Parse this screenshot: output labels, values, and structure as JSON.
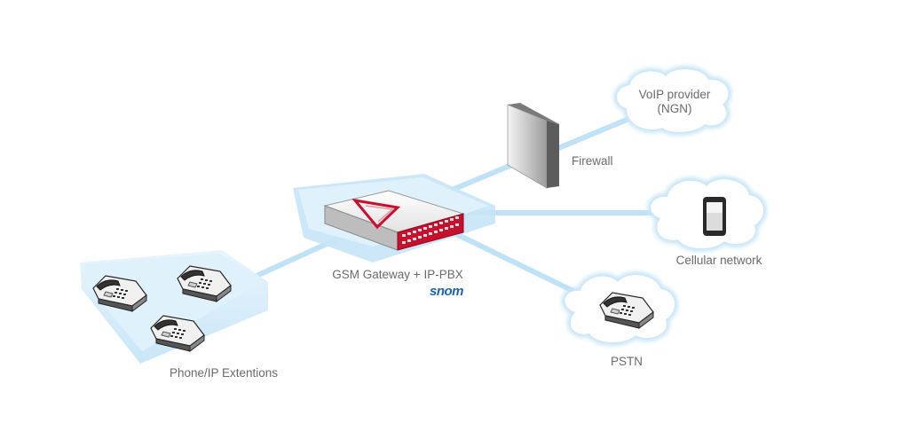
{
  "nodes": {
    "voip": {
      "label_line1": "VoIP provider",
      "label_line2": "(NGN)"
    },
    "firewall": {
      "label": "Firewall"
    },
    "cellular": {
      "label": "Cellular network"
    },
    "pstn": {
      "label": "PSTN"
    },
    "gateway": {
      "label": "GSM Gateway + IP-PBX",
      "brand": "snom"
    },
    "extensions": {
      "label": "Phone/IP Extentions"
    }
  },
  "colors": {
    "link": "#bfe2f6",
    "platform": "#d4ecfa",
    "cloud_outline": "#c9e6f7",
    "device_red": "#c8102e",
    "label_gray": "#6a6a6a",
    "brand_blue": "#1f63b0"
  },
  "icons": {
    "cloud": "cloud-icon",
    "firewall": "wall-icon",
    "phone": "desk-phone-icon",
    "mobile": "mobile-phone-icon",
    "gateway": "network-appliance-icon"
  }
}
